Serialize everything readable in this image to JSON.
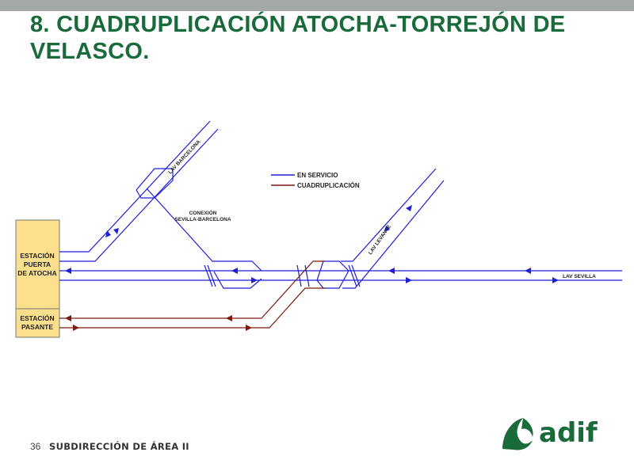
{
  "slide": {
    "title": "8. CUADRUPLICACIÓN ATOCHA-TORREJÓN DE VELASCO.",
    "page_number": "36",
    "footer": "SUBDIRECCIÓN DE ÁREA II"
  },
  "diagram": {
    "stations": {
      "atocha": [
        "ESTACIÓN",
        "PUERTA",
        "DE ATOCHA"
      ],
      "pasante": [
        "ESTACIÓN",
        "PASANTE"
      ]
    },
    "legend": [
      {
        "label": "EN SERVICIO",
        "color": "#1f1fd6"
      },
      {
        "label": "CUADRUPLICACIÓN",
        "color": "#7a1a0e"
      }
    ],
    "labels": {
      "lav_barcelona": "LAV BARCELONA",
      "conexion_line1": "CONEXIÓN",
      "conexion_line2": "SEVILLA-BARCELONA",
      "lav_levante": "LAV LEVANTE",
      "lav_sevilla": "LAV SEVILLA"
    }
  },
  "logo": {
    "text": "adif",
    "color": "#1a6b3c"
  }
}
